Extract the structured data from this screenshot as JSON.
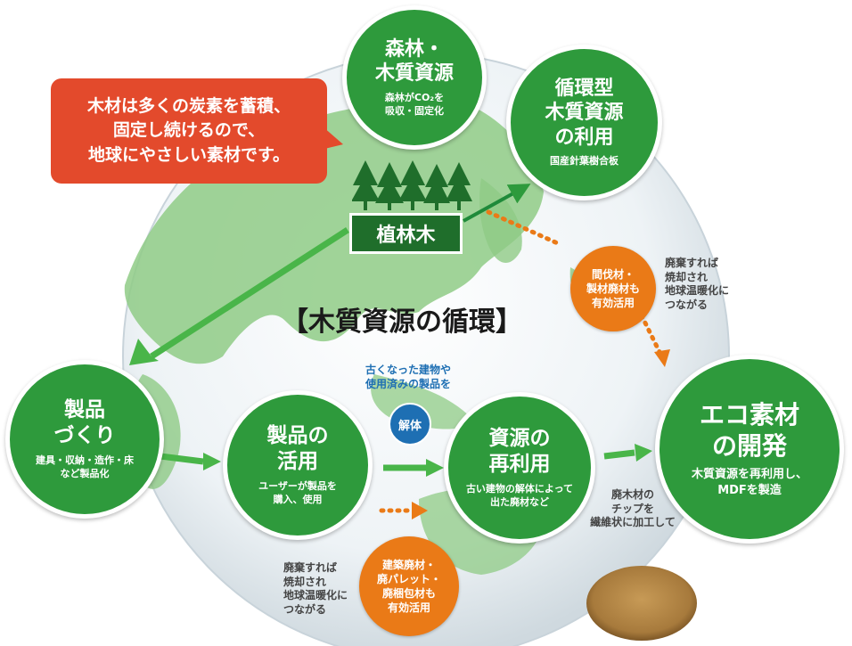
{
  "diagram": {
    "title": "【木質資源の循環】",
    "callout": "木材は多くの炭素を蓄積、\n固定し続けるので、\n地球にやさしい素材です。",
    "plantation_label": "植林木",
    "nodes": {
      "forest": {
        "title": "森林・\n木質資源",
        "sub": "森林がCO₂を\n吸収・固定化"
      },
      "recycle_use": {
        "title": "循環型\n木質資源\nの利用",
        "sub": "国産針葉樹合板"
      },
      "product_making": {
        "title": "製品\nづくり",
        "sub": "建具・収納・造作・床\nなど製品化"
      },
      "product_use": {
        "title": "製品の\n活用",
        "sub": "ユーザーが製品を\n購入、使用"
      },
      "reuse": {
        "title": "資源の\n再利用",
        "sub": "古い建物の解体によって\n出た廃材など"
      },
      "eco": {
        "title": "エコ素材\nの開発",
        "sub": "木質資源を再利用し、\nMDFを製造"
      }
    },
    "orange_thinning": "間伐材・\n製材廃材も\n有効活用",
    "orange_construction": "建築廃材・\n廃パレット・\n廃梱包材も\n有効活用",
    "note_right": "廃棄すれば\n焼却され\n地球温暖化に\nつながる",
    "note_bottom": "廃棄すれば\n焼却され\n地球温暖化に\nつながる",
    "demolition_note": "古くなった建物や\n使用済みの製品を",
    "demolition_badge": "解体",
    "chip_note": "廃木材の\nチップを\n繊維状に加工して"
  },
  "colors": {
    "green": "#2e9a3c",
    "dark_green": "#1f6e2b",
    "orange": "#ea7a17",
    "red": "#e34a2c",
    "blue": "#1e6fb3"
  }
}
